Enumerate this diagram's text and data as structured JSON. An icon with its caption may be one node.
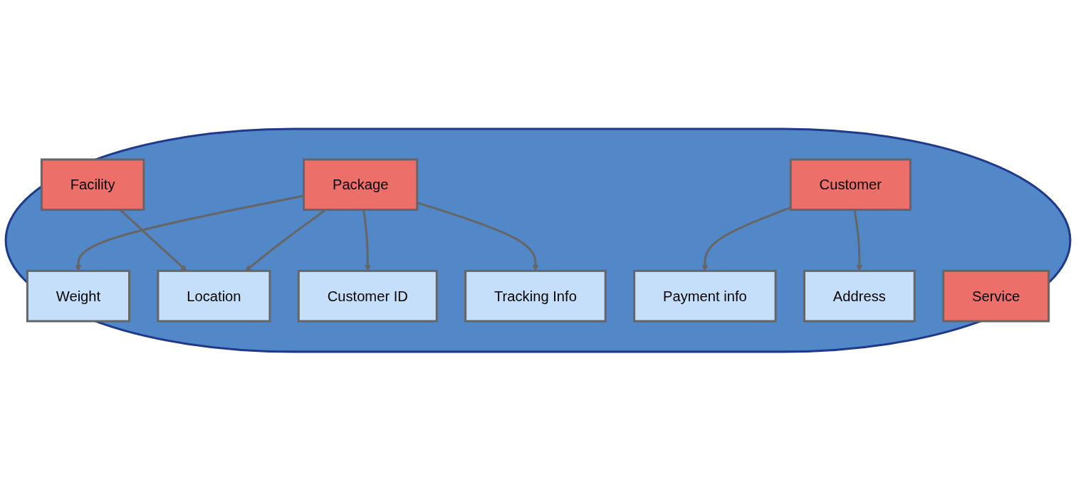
{
  "diagram": {
    "nodes": [
      {
        "text": [],
        "shape": "ellipse"
      },
      {
        "text": [
          "Weight"
        ],
        "in": 0
      },
      {
        "text": [
          "Facility"
        ],
        "in": 0
      },
      {
        "text": [
          "Service"
        ],
        "in": 0
      },
      {
        "text": [
          "Customer"
        ],
        "in": 0
      },
      {
        "text": [
          "Package"
        ],
        "in": 0
      },
      {
        "text": [
          "Location"
        ],
        "in": 0
      },
      {
        "text": [
          "Tracking Info"
        ],
        "in": 0
      },
      {
        "text": [
          "Customer ID"
        ],
        "in": 0
      },
      {
        "text": [
          "Payment info"
        ],
        "in": 0
      },
      {
        "text": [
          "Address"
        ],
        "in": 0
      }
    ],
    "edges": [
      {
        "from": 2,
        "to": 6,
        "arrow": "to"
      },
      {
        "from": 5,
        "to": 1,
        "arrow": "to"
      },
      {
        "from": 5,
        "to": 6,
        "arrow": "to"
      },
      {
        "from": 5,
        "to": 8,
        "arrow": "to"
      },
      {
        "from": 5,
        "to": 7,
        "arrow": "to"
      },
      {
        "from": 4,
        "to": 9,
        "arrow": "to"
      },
      {
        "from": 4,
        "to": 10,
        "arrow": "to"
      }
    ]
  }
}
